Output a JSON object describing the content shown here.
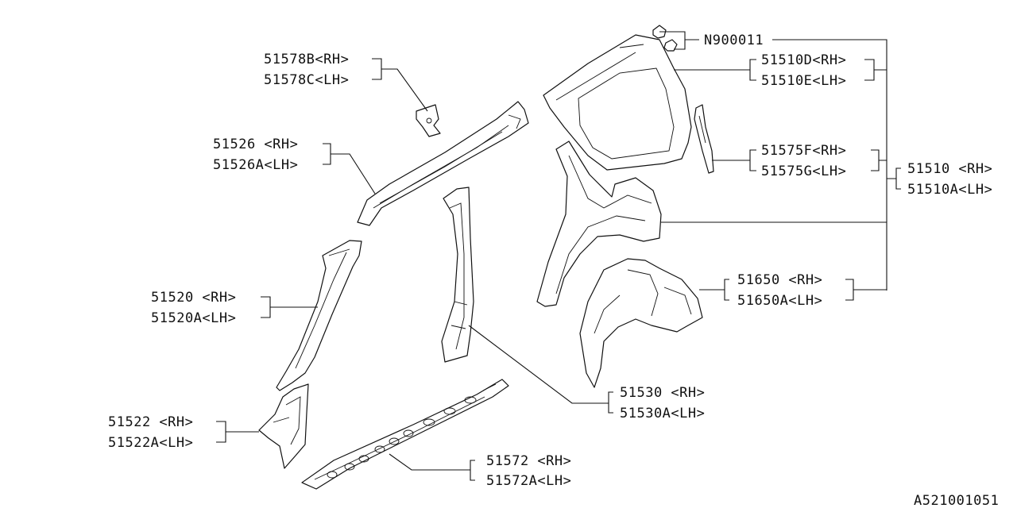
{
  "diagram": {
    "ref_code": "A521001051",
    "fastener": {
      "part": "N900011"
    },
    "groups": {
      "g51578": {
        "rh": "51578B<RH>",
        "lh": "51578C<LH>"
      },
      "g51526": {
        "rh": "51526 <RH>",
        "lh": "51526A<LH>"
      },
      "g51520": {
        "rh": "51520 <RH>",
        "lh": "51520A<LH>"
      },
      "g51522": {
        "rh": "51522 <RH>",
        "lh": "51522A<LH>"
      },
      "g51572": {
        "rh": "51572 <RH>",
        "lh": "51572A<LH>"
      },
      "g51530": {
        "rh": "51530 <RH>",
        "lh": "51530A<LH>"
      },
      "g51510de": {
        "rh": "51510D<RH>",
        "lh": "51510E<LH>"
      },
      "g51575": {
        "rh": "51575F<RH>",
        "lh": "51575G<LH>"
      },
      "g51510": {
        "rh": "51510 <RH>",
        "lh": "51510A<LH>"
      },
      "g51650": {
        "rh": "51650 <RH>",
        "lh": "51650A<LH>"
      }
    }
  }
}
